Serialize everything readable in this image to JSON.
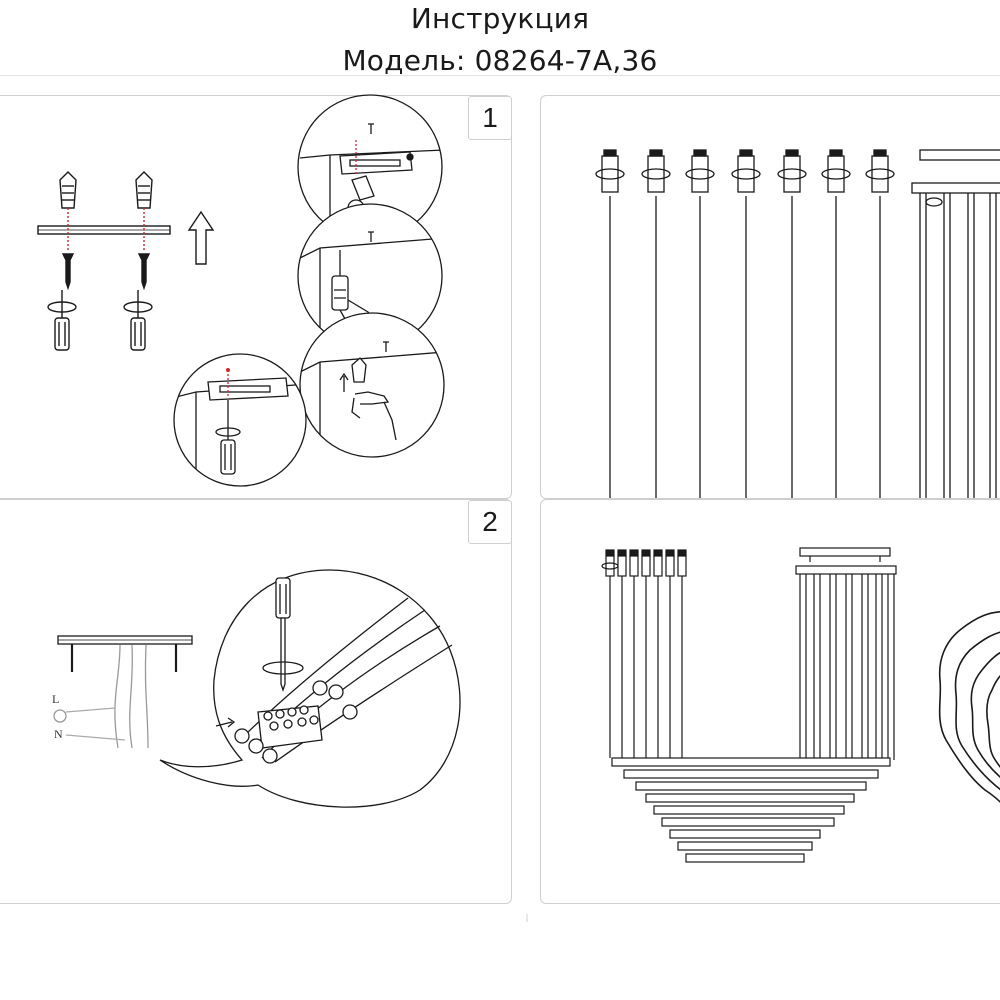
{
  "header": {
    "title": "Инструкция",
    "model_line": "Модель: 08264-7A,36"
  },
  "steps": [
    {
      "number": "1"
    },
    {
      "number": "2"
    }
  ],
  "wiring": {
    "live_label": "L",
    "neutral_label": "N"
  },
  "colors": {
    "line": "#1a1a1a",
    "accent_red": "#d6262b",
    "panel_border": "#cfcfcf"
  }
}
